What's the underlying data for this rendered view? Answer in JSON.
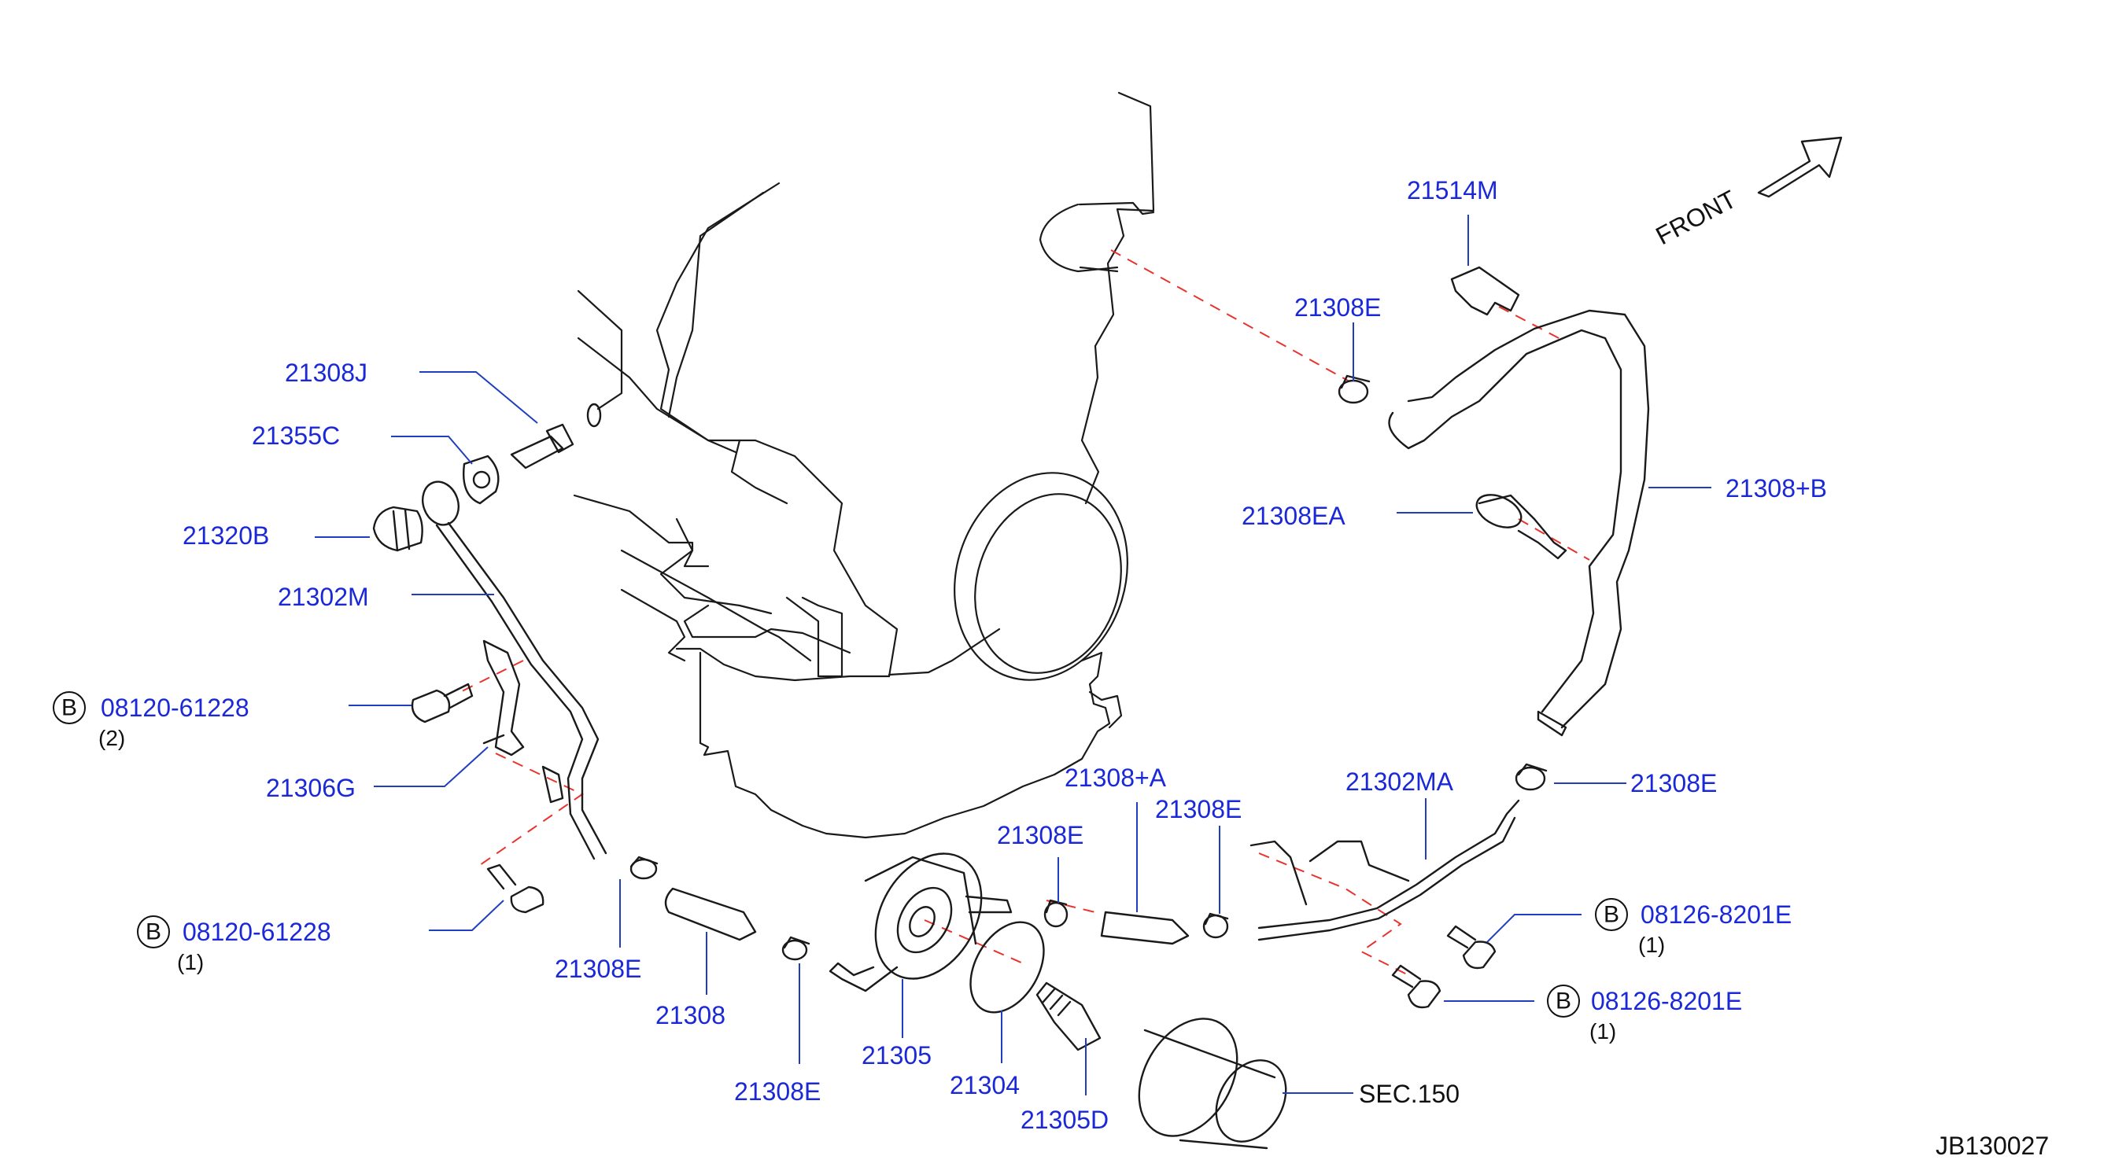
{
  "diagram": {
    "front_label": "FRONT",
    "ref_code": "JB130027",
    "bolt_symbol": "B",
    "callouts": {
      "p21308J": "21308J",
      "p21355C": "21355C",
      "p21320B": "21320B",
      "p21302M": "21302M",
      "bolt_left_upper": "08120-61228",
      "bolt_left_upper_qty": "(2)",
      "p21306G": "21306G",
      "bolt_left_lower": "08120-61228",
      "bolt_left_lower_qty": "(1)",
      "clamp_lower_left": "21308E",
      "hose_21308": "21308",
      "clamp_bottom": "21308E",
      "cooler_21305": "21305",
      "gasket_21304": "21304",
      "connector_21305D": "21305D",
      "sec150": "SEC.150",
      "clamp_mid": "21308E",
      "hose_21308A": "21308+A",
      "clamp_mid_right": "21308E",
      "pipe_21302MA": "21302MA",
      "clamp_right": "21308E",
      "bolt_right_upper": "08126-8201E",
      "bolt_right_upper_qty": "(1)",
      "bolt_right_lower": "08126-8201E",
      "bolt_right_lower_qty": "(1)",
      "clamp_top": "21308E",
      "bracket_21514M": "21514M",
      "clamp_21308EA": "21308EA",
      "hose_21308B": "21308+B"
    }
  }
}
